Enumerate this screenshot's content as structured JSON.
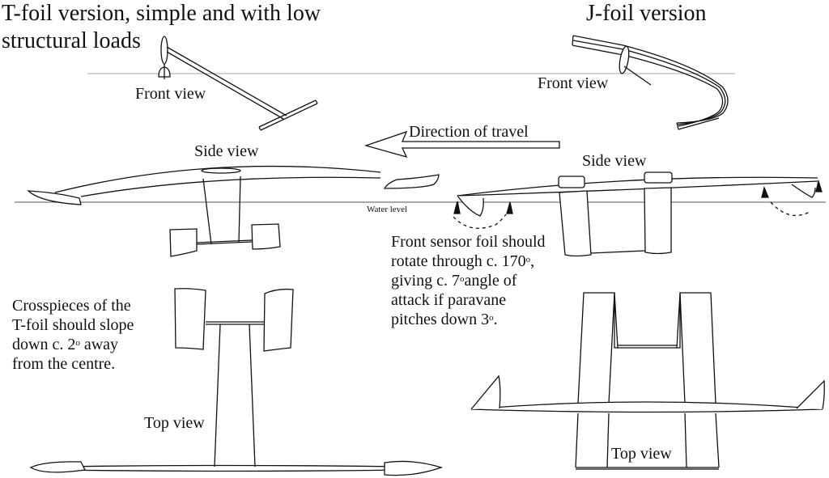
{
  "titles": {
    "tfoil": "T-foil version, simple and with low",
    "tfoil_line2": "structural loads",
    "jfoil": "J-foil version"
  },
  "labels": {
    "tfoil_front_view": "Front view",
    "jfoil_front_view": "Front view",
    "direction_of_travel": "Direction of travel",
    "tfoil_side_view": "Side view",
    "jfoil_side_view": "Side view",
    "water_level": "Water level",
    "tfoil_top_view": "Top view",
    "jfoil_top_view": "Top view"
  },
  "notes": {
    "sensor_foil": {
      "line1": "Front sensor foil should",
      "line2_pre": "rotate through c. 170",
      "line2_post": ",",
      "line3_pre": "giving c. 7",
      "line3_post": "angle of",
      "line4": "attack if paravane",
      "line5_pre": "pitches down 3",
      "line5_post": "."
    },
    "crosspieces": {
      "line1": "Crosspieces of the",
      "line2": "T-foil should slope",
      "line3_pre": "down c. 2",
      "line3_post": " away",
      "line4": "from the centre."
    },
    "degree_symbol": "o"
  }
}
